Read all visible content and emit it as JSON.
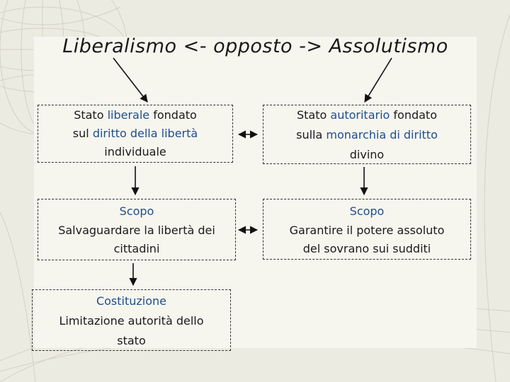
{
  "title": "Liberalismo <- opposto -> Assolutismo",
  "liberal_definition": {
    "prefix": "Stato ",
    "keyword": "liberale",
    "suffix": " fondato",
    "line2_prefix": "sul ",
    "line2_keyword": "diritto della libertà",
    "line3": "individuale"
  },
  "absolute_definition": {
    "prefix": "Stato ",
    "keyword": "autoritario",
    "suffix": " fondato",
    "line2_prefix": "sulla ",
    "line2_keyword": "monarchia di diritto",
    "line3": "divino"
  },
  "liberal_goal": {
    "heading": "Scopo",
    "line1": "Salvaguardare la libertà dei",
    "line2": "cittadini"
  },
  "absolute_goal": {
    "heading": "Scopo",
    "line1": "Garantire il potere assoluto",
    "line2": "del sovrano sui sudditi"
  },
  "constitution": {
    "heading": "Costituzione",
    "line1": "Limitazione autorità dello",
    "line2": "stato"
  },
  "colors": {
    "keyword": "#1f4e8c",
    "background": "#ecebe2",
    "panel": "#f6f5ee"
  }
}
